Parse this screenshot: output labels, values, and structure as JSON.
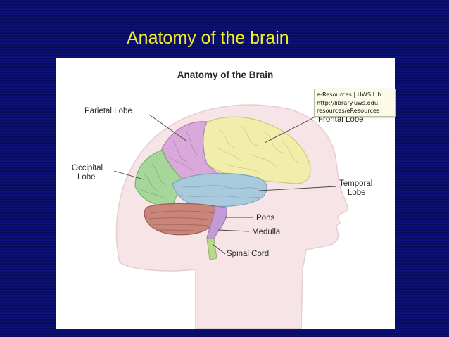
{
  "slide": {
    "title": "Anatomy of the brain"
  },
  "figure": {
    "title": "Anatomy of the Brain",
    "labels": {
      "parietal": "Parietal Lobe",
      "occipital_line1": "Occipital",
      "occipital_line2": "Lobe",
      "frontal": "Frontal Lobe",
      "temporal_line1": "Temporal",
      "temporal_line2": "Lobe",
      "pons": "Pons",
      "medulla": "Medulla",
      "spinal_cord": "Spinal Cord"
    },
    "colors": {
      "frontal": "#f0eeaa",
      "parietal": "#d9a9dc",
      "occipital": "#a6d69a",
      "temporal": "#a9c9dd",
      "cerebellum": "#c9857a",
      "brainstem": "#c49ad6",
      "spinal_cord": "#b9d88e",
      "head": "#f6e4e6"
    }
  },
  "tooltip": {
    "line1": "e-Resources | UWS Lib",
    "line2": "http://library.uws.edu.",
    "line3": "resources/eResources"
  }
}
